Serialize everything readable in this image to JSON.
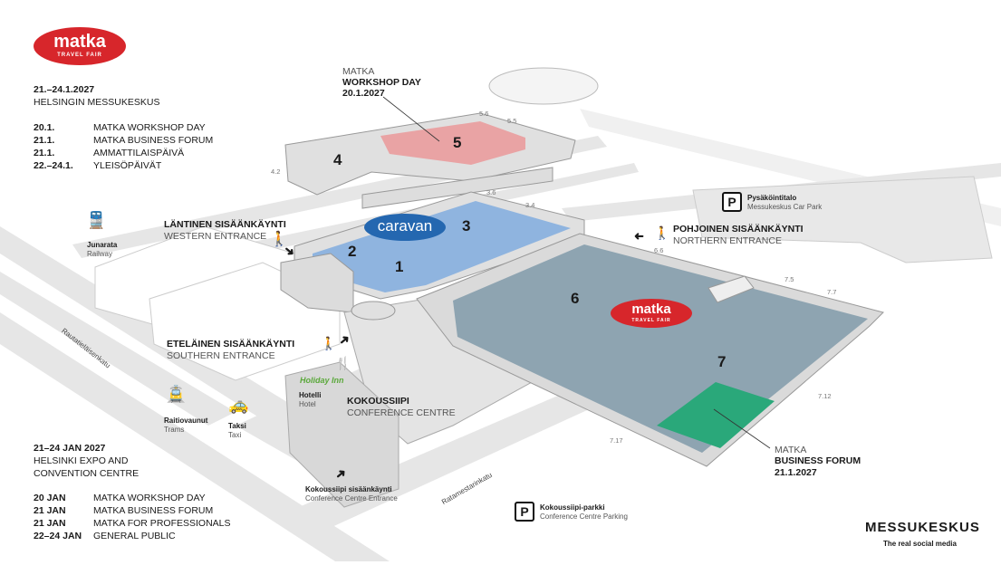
{
  "header": {
    "logo_text": "matka",
    "logo_sub": "TRAVEL FAIR",
    "dates_fi": "21.–24.1.2027",
    "venue_fi": "HELSINGIN MESSUKESKUS",
    "schedule_fi": [
      {
        "date": "20.1.",
        "event": "MATKA WORKSHOP DAY"
      },
      {
        "date": "21.1.",
        "event": "MATKA BUSINESS FORUM"
      },
      {
        "date": "21.1.",
        "event": "AMMATTILAISPÄIVÄ"
      },
      {
        "date": "22.–24.1.",
        "event": "YLEISÖPÄIVÄT"
      }
    ]
  },
  "footer": {
    "dates_en": "21–24 JAN 2027",
    "venue_en_1": "HELSINKI EXPO AND",
    "venue_en_2": "CONVENTION CENTRE",
    "schedule_en": [
      {
        "date": "20 JAN",
        "event": "MATKA WORKSHOP DAY"
      },
      {
        "date": "21 JAN",
        "event": "MATKA BUSINESS FORUM"
      },
      {
        "date": "21 JAN",
        "event": "MATKA FOR PROFESSIONALS"
      },
      {
        "date": "22–24 JAN",
        "event": "GENERAL PUBLIC"
      }
    ],
    "brand": "MESSUKESKUS",
    "brand_tagline": "The real social media"
  },
  "halls": [
    "1",
    "2",
    "3",
    "4",
    "5",
    "6",
    "7"
  ],
  "caravan_logo": "caravan",
  "hall_logo": {
    "text": "matka",
    "sub": "TRAVEL FAIR"
  },
  "doors": [
    "5.6",
    "5.5",
    "4.2",
    "3.6",
    "3.4",
    "6.6",
    "7.5",
    "7.7",
    "7.12",
    "7.17"
  ],
  "callouts": {
    "workshop": {
      "l1": "MATKA",
      "l2": "WORKSHOP DAY",
      "l3": "20.1.2027"
    },
    "forum": {
      "l1": "MATKA",
      "l2": "BUSINESS FORUM",
      "l3": "21.1.2027"
    }
  },
  "entrances": {
    "west": {
      "fi": "LÄNTINEN SISÄÄNKÄYNTI",
      "en": "WESTERN ENTRANCE"
    },
    "north": {
      "fi": "POHJOINEN SISÄÄNKÄYNTI",
      "en": "NORTHERN ENTRANCE"
    },
    "south": {
      "fi": "ETELÄINEN SISÄÄNKÄYNTI",
      "en": "SOUTHERN ENTRANCE"
    },
    "conference": {
      "fi": "Kokoussiipi sisäänkäynti",
      "en": "Conference Centre Entrance"
    }
  },
  "places": {
    "railway": {
      "fi": "Junarata",
      "en": "Railway"
    },
    "trams": {
      "fi": "Raitiovaunut",
      "en": "Trams"
    },
    "taxi": {
      "fi": "Taksi",
      "en": "Taxi"
    },
    "hotel": {
      "fi": "Hotelli",
      "en": "Hotel",
      "brand": "Holiday Inn"
    },
    "conference_centre": {
      "fi": "KOKOUSSIIPI",
      "en": "CONFERENCE CENTRE"
    },
    "car_park": {
      "fi": "Pysäköintitalo",
      "en": "Messukeskus Car Park",
      "icon": "P"
    },
    "conf_parking": {
      "fi": "Kokoussiipi-parkki",
      "en": "Conference Centre Parking",
      "icon": "P"
    }
  },
  "streets": [
    "Rautatieläisenkatu",
    "Ratamestarinkatu"
  ],
  "colors": {
    "halls_1_3": "#8fb4df",
    "hall_5": "#e9a3a4",
    "halls_6_7": "#8ea4b1",
    "business_forum": "#2aa87a",
    "brand_red": "#d7262b",
    "caravan_blue": "#2467b0"
  }
}
